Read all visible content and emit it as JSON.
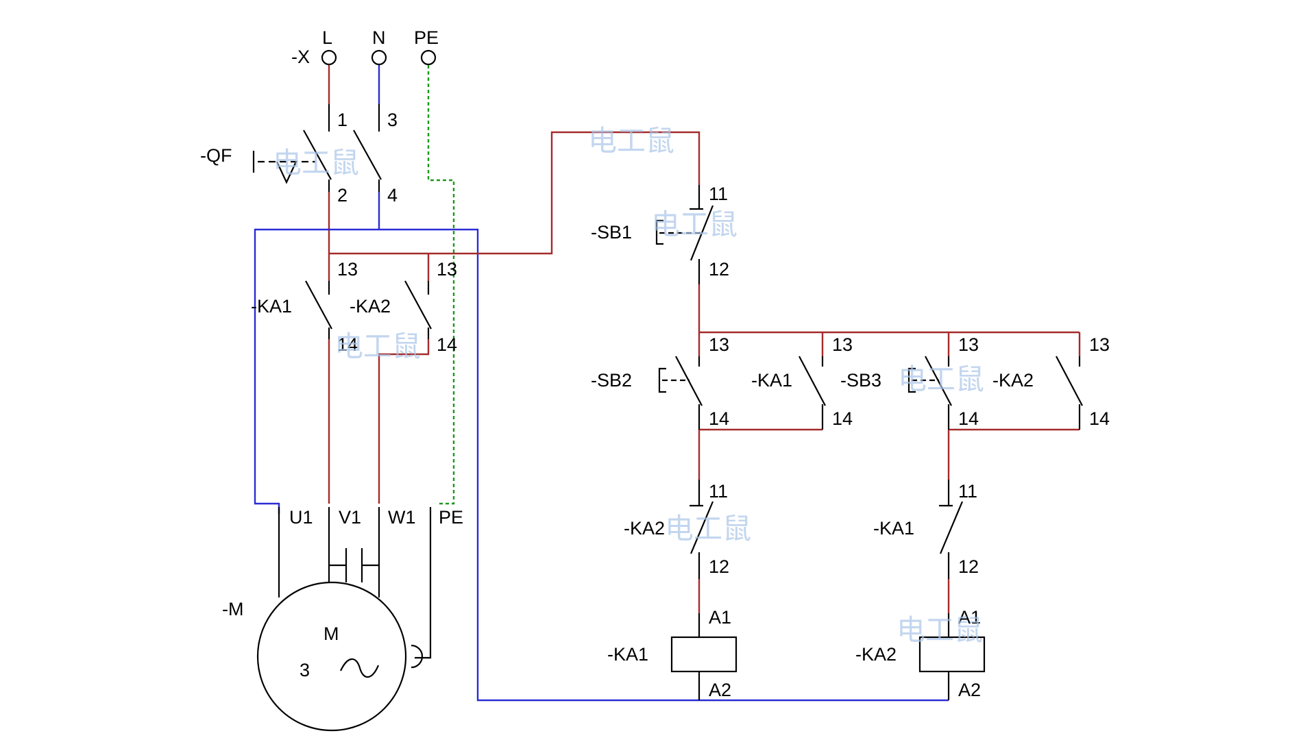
{
  "terminals": {
    "designation": "-X",
    "L": "L",
    "N": "N",
    "PE": "PE"
  },
  "breaker": {
    "designation": "-QF",
    "pins": [
      "1",
      "3",
      "2",
      "4"
    ]
  },
  "main_contacts": {
    "ka1": {
      "designation": "-KA1",
      "top": "13",
      "bottom": "14"
    },
    "ka2": {
      "designation": "-KA2",
      "top": "13",
      "bottom": "14"
    }
  },
  "motor": {
    "designation": "-M",
    "symbol": "M",
    "phases": "3",
    "ac_symbol": "~",
    "terminals": [
      "U1",
      "V1",
      "W1",
      "PE"
    ]
  },
  "control": {
    "sb1": {
      "designation": "-SB1",
      "top": "11",
      "bottom": "12"
    },
    "sb2": {
      "designation": "-SB2",
      "top": "13",
      "bottom": "14"
    },
    "ka1_hold": {
      "designation": "-KA1",
      "top": "13",
      "bottom": "14"
    },
    "sb3": {
      "designation": "-SB3",
      "top": "13",
      "bottom": "14"
    },
    "ka2_hold": {
      "designation": "-KA2",
      "top": "13",
      "bottom": "14"
    },
    "ka2_interlock": {
      "designation": "-KA2",
      "top": "11",
      "bottom": "12"
    },
    "ka1_interlock": {
      "designation": "-KA1",
      "top": "11",
      "bottom": "12"
    },
    "coil_ka1": {
      "designation": "-KA1",
      "top": "A1",
      "bottom": "A2"
    },
    "coil_ka2": {
      "designation": "-KA2",
      "top": "A1",
      "bottom": "A2"
    }
  },
  "watermark": "电工鼠",
  "colors": {
    "phase_wire": "#a52a2a",
    "neutral_wire": "#2b2bd6",
    "earth_wire": "#1a9a1a",
    "watermark": "#aac4e8"
  }
}
